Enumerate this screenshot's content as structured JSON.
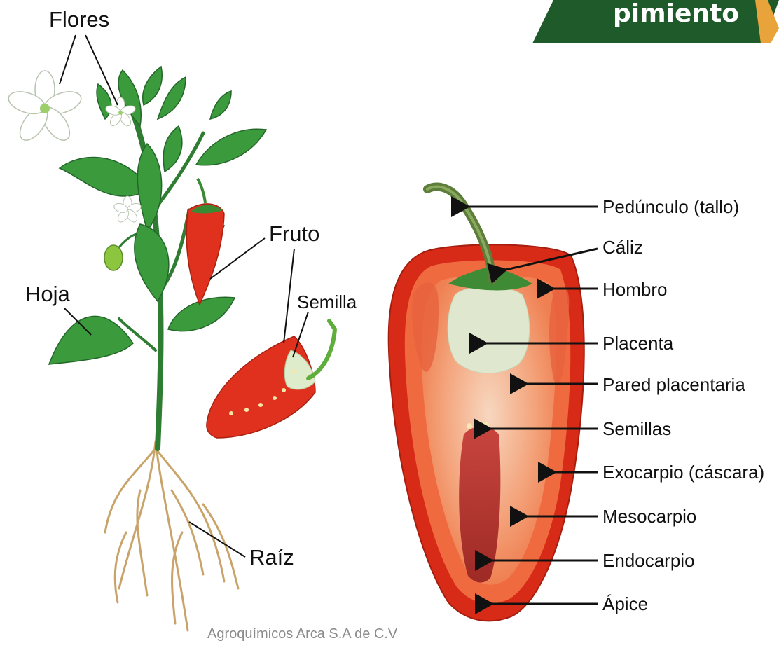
{
  "banner": {
    "title": "pimiento",
    "color": "#1e5a2a",
    "accent": "#e8a33a"
  },
  "plant_labels": {
    "flores": "Flores",
    "fruto": "Fruto",
    "hoja": "Hoja",
    "semilla": "Semilla",
    "raiz": "Raíz"
  },
  "pepper_parts": [
    "Pedúnculo (tallo)",
    "Cáliz",
    "Hombro",
    "Placenta",
    "Pared placentaria",
    "Semillas",
    "Exocarpio (cáscara)",
    "Mesocarpio",
    "Endocarpio",
    "Ápice"
  ],
  "watermark": "Agroquímicos Arca S.A de C.V",
  "colors": {
    "leaf": "#3a9a3c",
    "stem": "#2f7d32",
    "pepper_red": "#e0301e",
    "flesh": "#f3a276",
    "root": "#c9a46a"
  }
}
